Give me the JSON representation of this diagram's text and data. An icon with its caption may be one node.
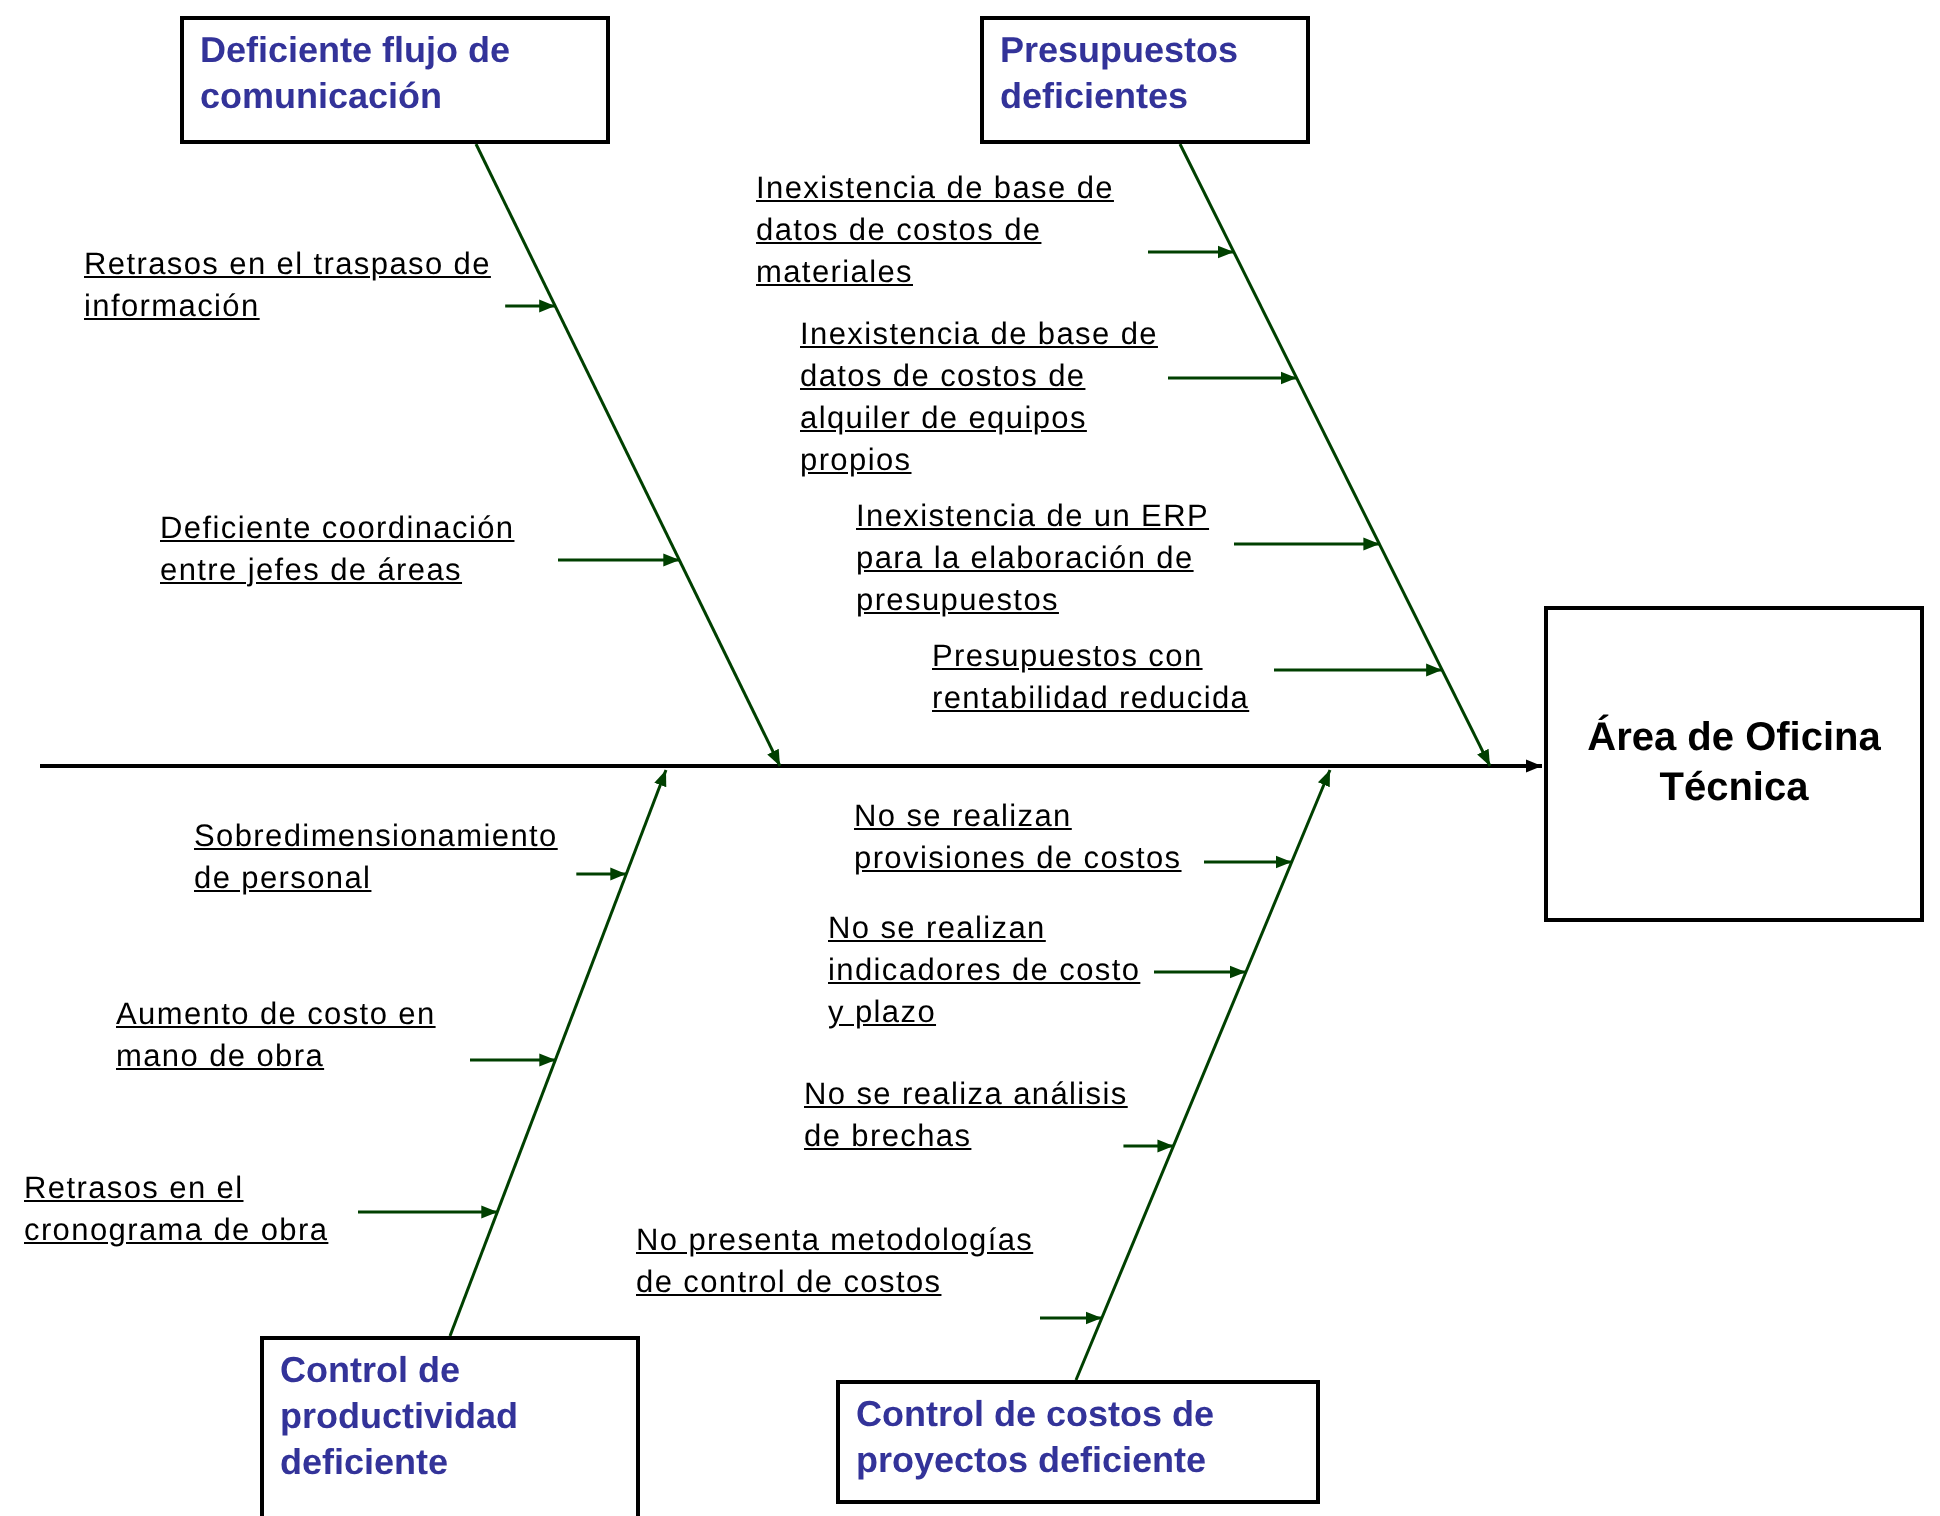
{
  "diagram": {
    "nodes": [
      {
        "text": [
          "Deficiente flujo de comunicación"
        ]
      },
      {
        "text": [
          "Presupuestos deficientes"
        ]
      },
      {
        "text": [
          "Control de productividad deficiente"
        ]
      },
      {
        "text": [
          "Control de costos de proyectos deficiente"
        ]
      },
      {
        "text": [
          "Área de Oficina Técnica"
        ]
      },
      {
        "text": [
          "Retrasos en el traspaso de información"
        ]
      },
      {
        "text": [
          "Deficiente coordinación entre jefes de áreas"
        ]
      },
      {
        "text": [
          "Inexistencia de base de datos de costos de materiales"
        ]
      },
      {
        "text": [
          "Inexistencia de base de datos de costos de alquiler de equipos propios"
        ]
      },
      {
        "text": [
          "Inexistencia de un ERP para la elaboración de presupuestos"
        ]
      },
      {
        "text": [
          "Presupuestos con rentabilidad reducida"
        ]
      },
      {
        "text": [
          "Sobredimensionamiento de personal"
        ]
      },
      {
        "text": [
          "Aumento de costo en mano de obra"
        ]
      },
      {
        "text": [
          "Retrasos en el cronograma de obra"
        ]
      },
      {
        "text": [
          "No se realizan provisiones de costos"
        ]
      },
      {
        "text": [
          "No se realizan indicadores de costo y plazo"
        ]
      },
      {
        "text": [
          "No se realiza análisis de brechas"
        ]
      },
      {
        "text": [
          "No presenta metodologías de control de costos"
        ]
      }
    ],
    "edges": [
      {
        "from": null,
        "to": 4,
        "arrow": "to",
        "color": "#000000"
      },
      {
        "from": 0,
        "to": null,
        "arrow": "to"
      },
      {
        "from": 1,
        "to": null,
        "arrow": "to"
      },
      {
        "from": 2,
        "to": null,
        "arrow": "to"
      },
      {
        "from": 3,
        "to": null,
        "arrow": "to"
      },
      {
        "from": 5,
        "to": null,
        "arrow": "to"
      },
      {
        "from": 6,
        "to": null,
        "arrow": "to"
      },
      {
        "from": 7,
        "to": null,
        "arrow": "to"
      },
      {
        "from": 8,
        "to": null,
        "arrow": "to"
      },
      {
        "from": 9,
        "to": null,
        "arrow": "to"
      },
      {
        "from": 10,
        "to": null,
        "arrow": "to"
      },
      {
        "from": 11,
        "to": null,
        "arrow": "to"
      },
      {
        "from": 12,
        "to": null,
        "arrow": "to"
      },
      {
        "from": 13,
        "to": null,
        "arrow": "to"
      },
      {
        "from": 14,
        "to": null,
        "arrow": "to"
      },
      {
        "from": 15,
        "to": null,
        "arrow": "to"
      },
      {
        "from": 16,
        "to": null,
        "arrow": "to"
      },
      {
        "from": 17,
        "to": null,
        "arrow": "to"
      }
    ]
  }
}
